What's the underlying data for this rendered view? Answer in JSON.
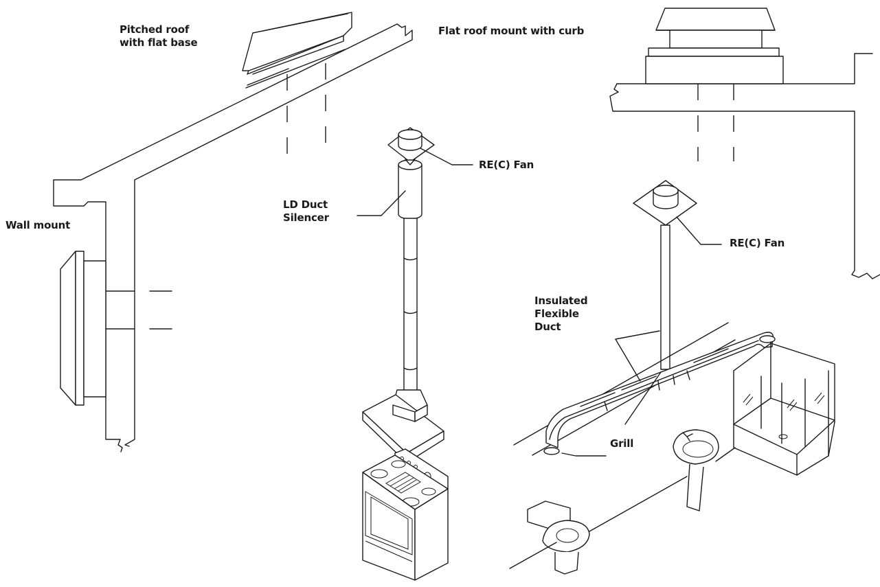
{
  "labels": {
    "pitched_roof_line1": "Pitched roof",
    "pitched_roof_line2": "with flat base",
    "flat_roof": "Flat roof mount with curb",
    "wall_mount": "Wall mount",
    "rec_fan_kitchen": "RE(C) Fan",
    "ld_duct_line1": "LD Duct",
    "ld_duct_line2": "Silencer",
    "rec_fan_bath": "RE(C) Fan",
    "insulated_line1": "Insulated",
    "insulated_line2": "Flexible",
    "insulated_line3": "Duct",
    "grill": "Grill"
  },
  "colors": {
    "line": "#1a1a1a",
    "background": "#ffffff"
  }
}
